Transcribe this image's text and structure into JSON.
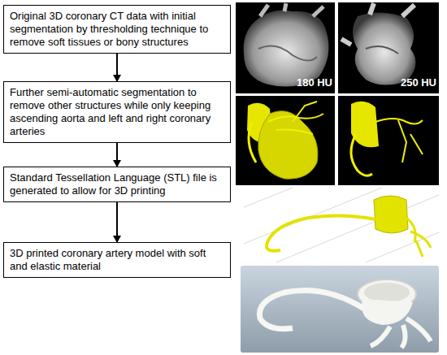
{
  "diagram": {
    "nodes": [
      {
        "text": [
          "Original 3D coronary CT data with initial segmentation by thresholding technique to remove soft tissues or bony structures"
        ]
      },
      {
        "text": [
          "Further semi-automatic segmentation to remove other structures while only keeping ascending aorta and left and right coronary arteries"
        ]
      },
      {
        "text": [
          "Standard Tessellation Language (STL) file is generated to allow for 3D printing"
        ]
      },
      {
        "text": [
          "3D printed coronary artery model with soft and elastic material"
        ]
      }
    ],
    "edges": [
      {
        "from": 0,
        "to": 1,
        "arrow": "to"
      },
      {
        "from": 1,
        "to": 2,
        "arrow": "to"
      },
      {
        "from": 2,
        "to": 3,
        "arrow": "to"
      }
    ],
    "labels": [
      "180 HU",
      "250 HU"
    ]
  }
}
